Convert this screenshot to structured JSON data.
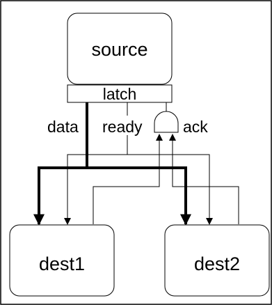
{
  "diagram": {
    "nodes": {
      "source": "source",
      "latch": "latch",
      "dest1": "dest1",
      "dest2": "dest2"
    },
    "signals": {
      "data": "data",
      "ready": "ready",
      "ack": "ack"
    }
  },
  "colors": {
    "stroke": "#000000",
    "background": "#ffffff"
  }
}
